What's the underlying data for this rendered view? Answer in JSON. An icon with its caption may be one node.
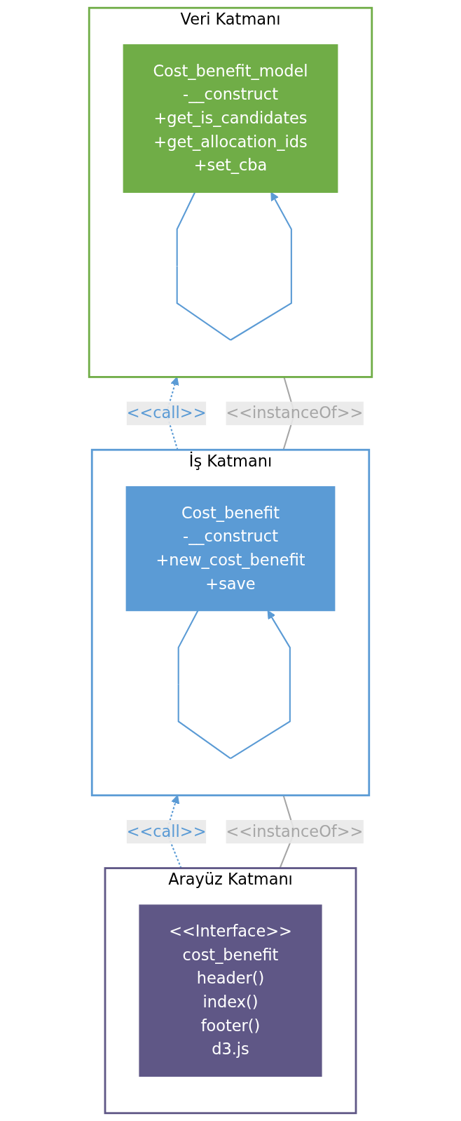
{
  "diagram": {
    "nodes": [
      {
        "text": [
          "Veri Katmanı"
        ]
      },
      {
        "text": [
          "Cost_benefit_model",
          "-__construct",
          "+get_is_candidates",
          "+get_allocation_ids",
          "+set_cba"
        ],
        "in": 0
      },
      {
        "text": [
          "İş Katmanı"
        ]
      },
      {
        "text": [
          "Cost_benefit",
          "-__construct",
          "+new_cost_benefit",
          "+save"
        ],
        "in": 2
      },
      {
        "text": [
          "Arayüz Katmanı"
        ]
      },
      {
        "text": [
          "<<Interface>>",
          "cost_benefit",
          "header()",
          "index()",
          "footer()",
          "d3.js"
        ],
        "in": 4
      }
    ],
    "edges": [
      {
        "from": 1,
        "to": 1,
        "arrow": "to",
        "color": "#5b9bd5"
      },
      {
        "from": 3,
        "to": 3,
        "arrow": "to",
        "color": "#5b9bd5"
      },
      {
        "from": 2,
        "to": 0,
        "arrow": "to",
        "label": "<<call>>",
        "style": "dashed",
        "color": "#5b9bd5"
      },
      {
        "from": 2,
        "to": 0,
        "arrow": "none",
        "label": "<<instanceOf>>"
      },
      {
        "from": 4,
        "to": 2,
        "arrow": "to",
        "label": "<<call>>",
        "style": "dashed",
        "color": "#5b9bd5"
      },
      {
        "from": 4,
        "to": 2,
        "arrow": "none",
        "label": "<<instanceOf>>"
      }
    ]
  }
}
